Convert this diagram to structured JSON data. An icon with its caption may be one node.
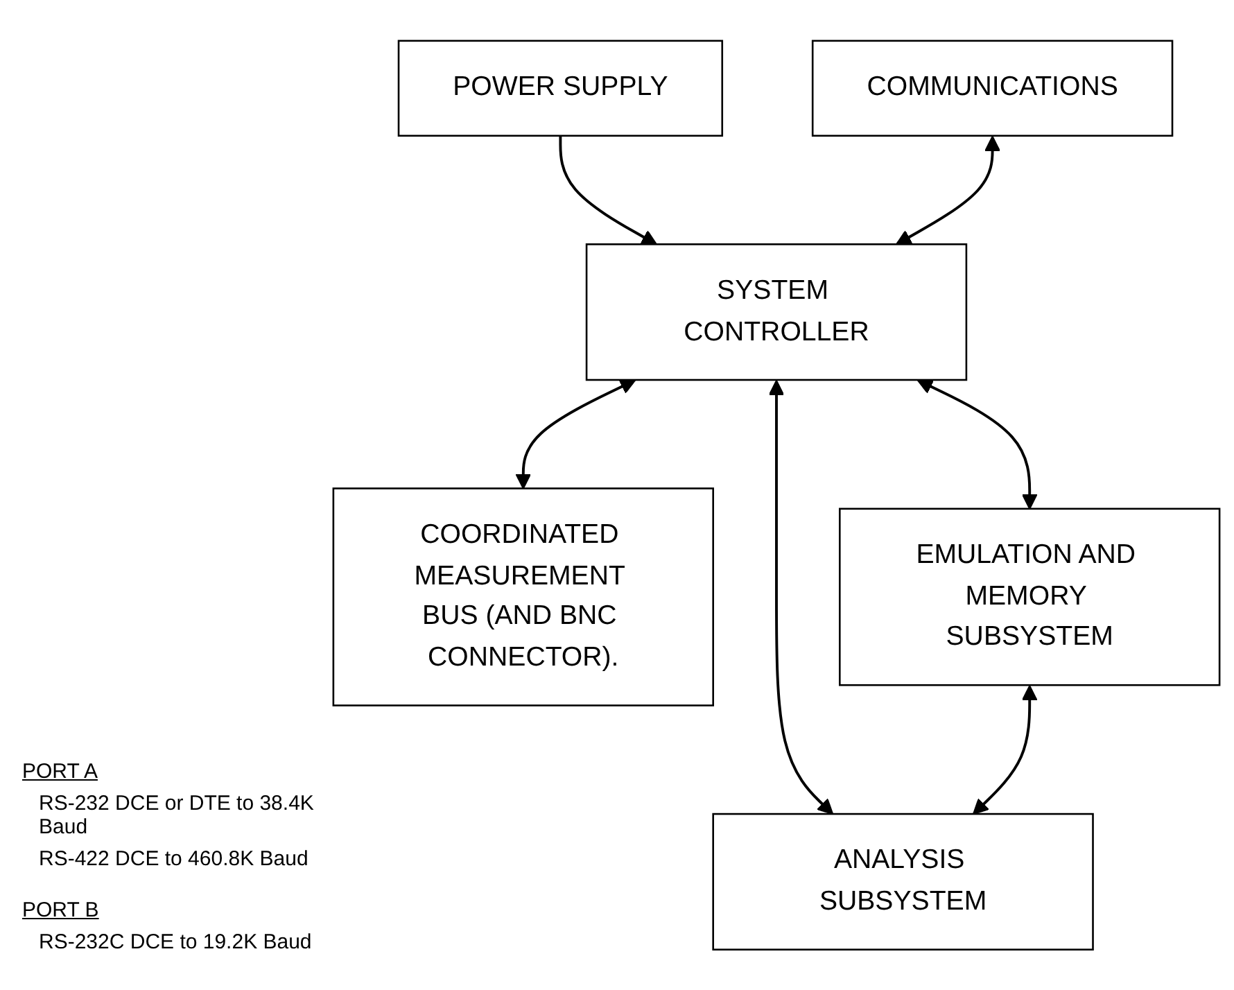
{
  "diagram": {
    "nodes": [
      {
        "text": [
          "POWER SUPPLY"
        ]
      },
      {
        "text": [
          "COMMUNICATIONS"
        ]
      },
      {
        "text": [
          "SYSTEM CONTROLLER"
        ]
      },
      {
        "text": [
          "COORDINATED MEASUREMENT BUS (AND BNC CONNECTOR)."
        ]
      },
      {
        "text": [
          "EMULATION AND MEMORY SUBSYSTEM"
        ]
      },
      {
        "text": [
          "ANALYSIS SUBSYSTEM"
        ]
      }
    ],
    "edges": [
      {
        "from": 0,
        "to": 2,
        "arrow": "to"
      },
      {
        "from": 1,
        "to": 2,
        "arrow": "both"
      },
      {
        "from": 2,
        "to": 3,
        "arrow": "both"
      },
      {
        "from": 2,
        "to": 4,
        "arrow": "both"
      },
      {
        "from": 2,
        "to": 5,
        "arrow": "both"
      },
      {
        "from": 4,
        "to": 5,
        "arrow": "both"
      }
    ],
    "labels": [
      "PORT A",
      "RS-232 DCE or DTE to 38.4K Baud",
      "RS-422 DCE to 460.8K Baud",
      "PORT B",
      "RS-232C DCE to 19.2K Baud"
    ]
  }
}
